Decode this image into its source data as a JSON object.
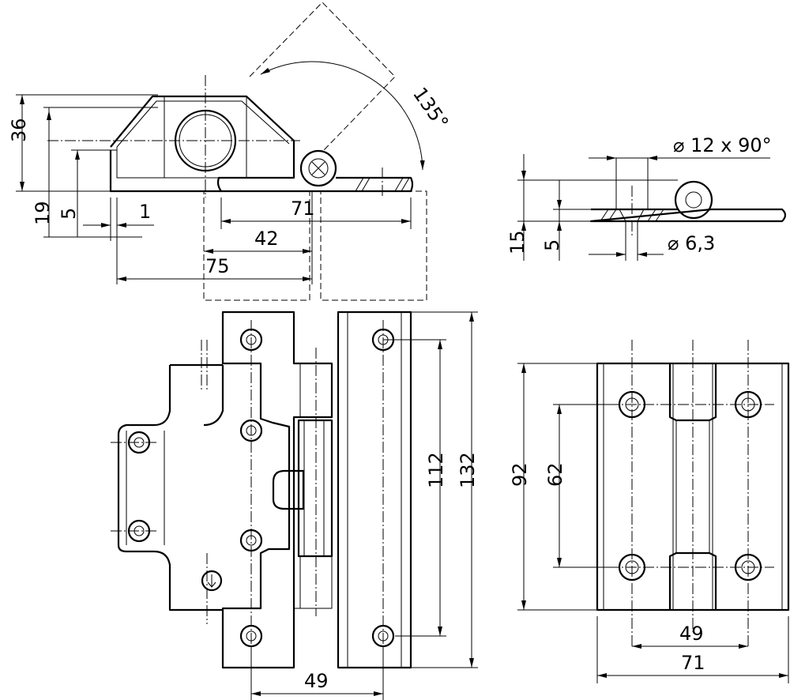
{
  "top_left_view": {
    "dim_height_total": "36",
    "dim_height_19": "19",
    "dim_height_5": "5",
    "dim_offset_1": "1",
    "dim_width_71": "71",
    "dim_width_42": "42",
    "dim_width_75": "75",
    "dim_angle": "135°"
  },
  "top_right_view": {
    "dim_countersink": "⌀ 12 x 90°",
    "dim_height_15": "15",
    "dim_height_5": "5",
    "dim_hole": "⌀ 6,3"
  },
  "bottom_left_view": {
    "dim_hole_spacing": "112",
    "dim_height": "132",
    "dim_width_49": "49"
  },
  "bottom_right_view": {
    "dim_height": "92",
    "dim_hole_spacing": "62",
    "dim_hole_width": "49",
    "dim_width": "71"
  }
}
